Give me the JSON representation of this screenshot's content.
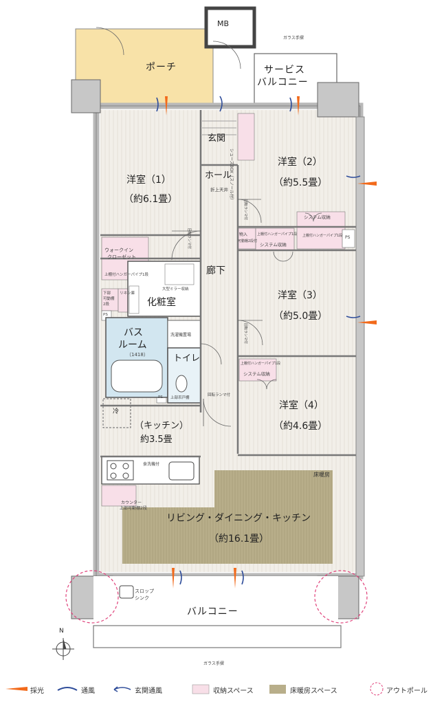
{
  "rooms": {
    "porch": "ポーチ",
    "mb": "MB",
    "service_balcony": [
      "サービス",
      "バルコニー"
    ],
    "entrance": "玄関",
    "shoes_box": "シューズBOX（スノール付）",
    "hall": "ホール",
    "hall_note": "折上天井",
    "western1": [
      "洋室（1）",
      "（約6.1畳）"
    ],
    "western2": [
      "洋室（2）",
      "（約5.5畳）"
    ],
    "western3": [
      "洋室（3）",
      "（約5.0畳）"
    ],
    "western4": [
      "洋室（4）",
      "（約4.6畳）"
    ],
    "corridor": "廊下",
    "walkin": [
      "ウォークイン",
      "クローゼット"
    ],
    "walkin_note": "上棚付ハンガーパイプ1段",
    "vanity": "化粧室",
    "vanity_note": "大型ミラー収納",
    "linen": "リネン庫",
    "lower_shelf": [
      "下部",
      "可動棚",
      "2段"
    ],
    "bath": [
      "バス",
      "ルーム"
    ],
    "bath_size": "（1418）",
    "washer": "洗濯機置場",
    "toilet": "トイレ",
    "toilet_note": "上部吊戸棚",
    "kitchen": [
      "（キッチン）",
      "約3.5畳"
    ],
    "fridge": "冷",
    "dishwasher": "食洗機付",
    "counter_note": [
      "カウンター",
      "上部可動棚2段"
    ],
    "ldk": [
      "リビング・ダイニング・キッチン",
      "（約16.1畳）"
    ],
    "floor_heat": "床暖房",
    "balcony": "バルコニー",
    "slop_sink": [
      "スロップ",
      "シンク"
    ],
    "glass_rail": "ガラス手摺",
    "storage_small": [
      "物入",
      "可動棚2段付"
    ],
    "system_storage": "システム収納",
    "hanger_note": "上棚付ハンガーパイプ1段",
    "ps": "PS",
    "ranma": "回転ランマ付",
    "compass": "N"
  },
  "legend": [
    {
      "key": "light",
      "label": "採光"
    },
    {
      "key": "wind",
      "label": "通風"
    },
    {
      "key": "entrance_wind",
      "label": "玄関通風"
    },
    {
      "key": "storage",
      "label": "収納スペース"
    },
    {
      "key": "floor_heating",
      "label": "床暖房スペース"
    },
    {
      "key": "outpole",
      "label": "アウトポール"
    }
  ],
  "colors": {
    "porch": "#f8e2a8",
    "floor": "#f1eee8",
    "storage": "#f8dfe8",
    "heating": "#b8ae8a",
    "bath": "#d2e6f0",
    "wall": "#b9b9b9",
    "light_arrow": "#f26a1b",
    "wind": "#2f4d9a",
    "outpole": "#e0407a"
  }
}
